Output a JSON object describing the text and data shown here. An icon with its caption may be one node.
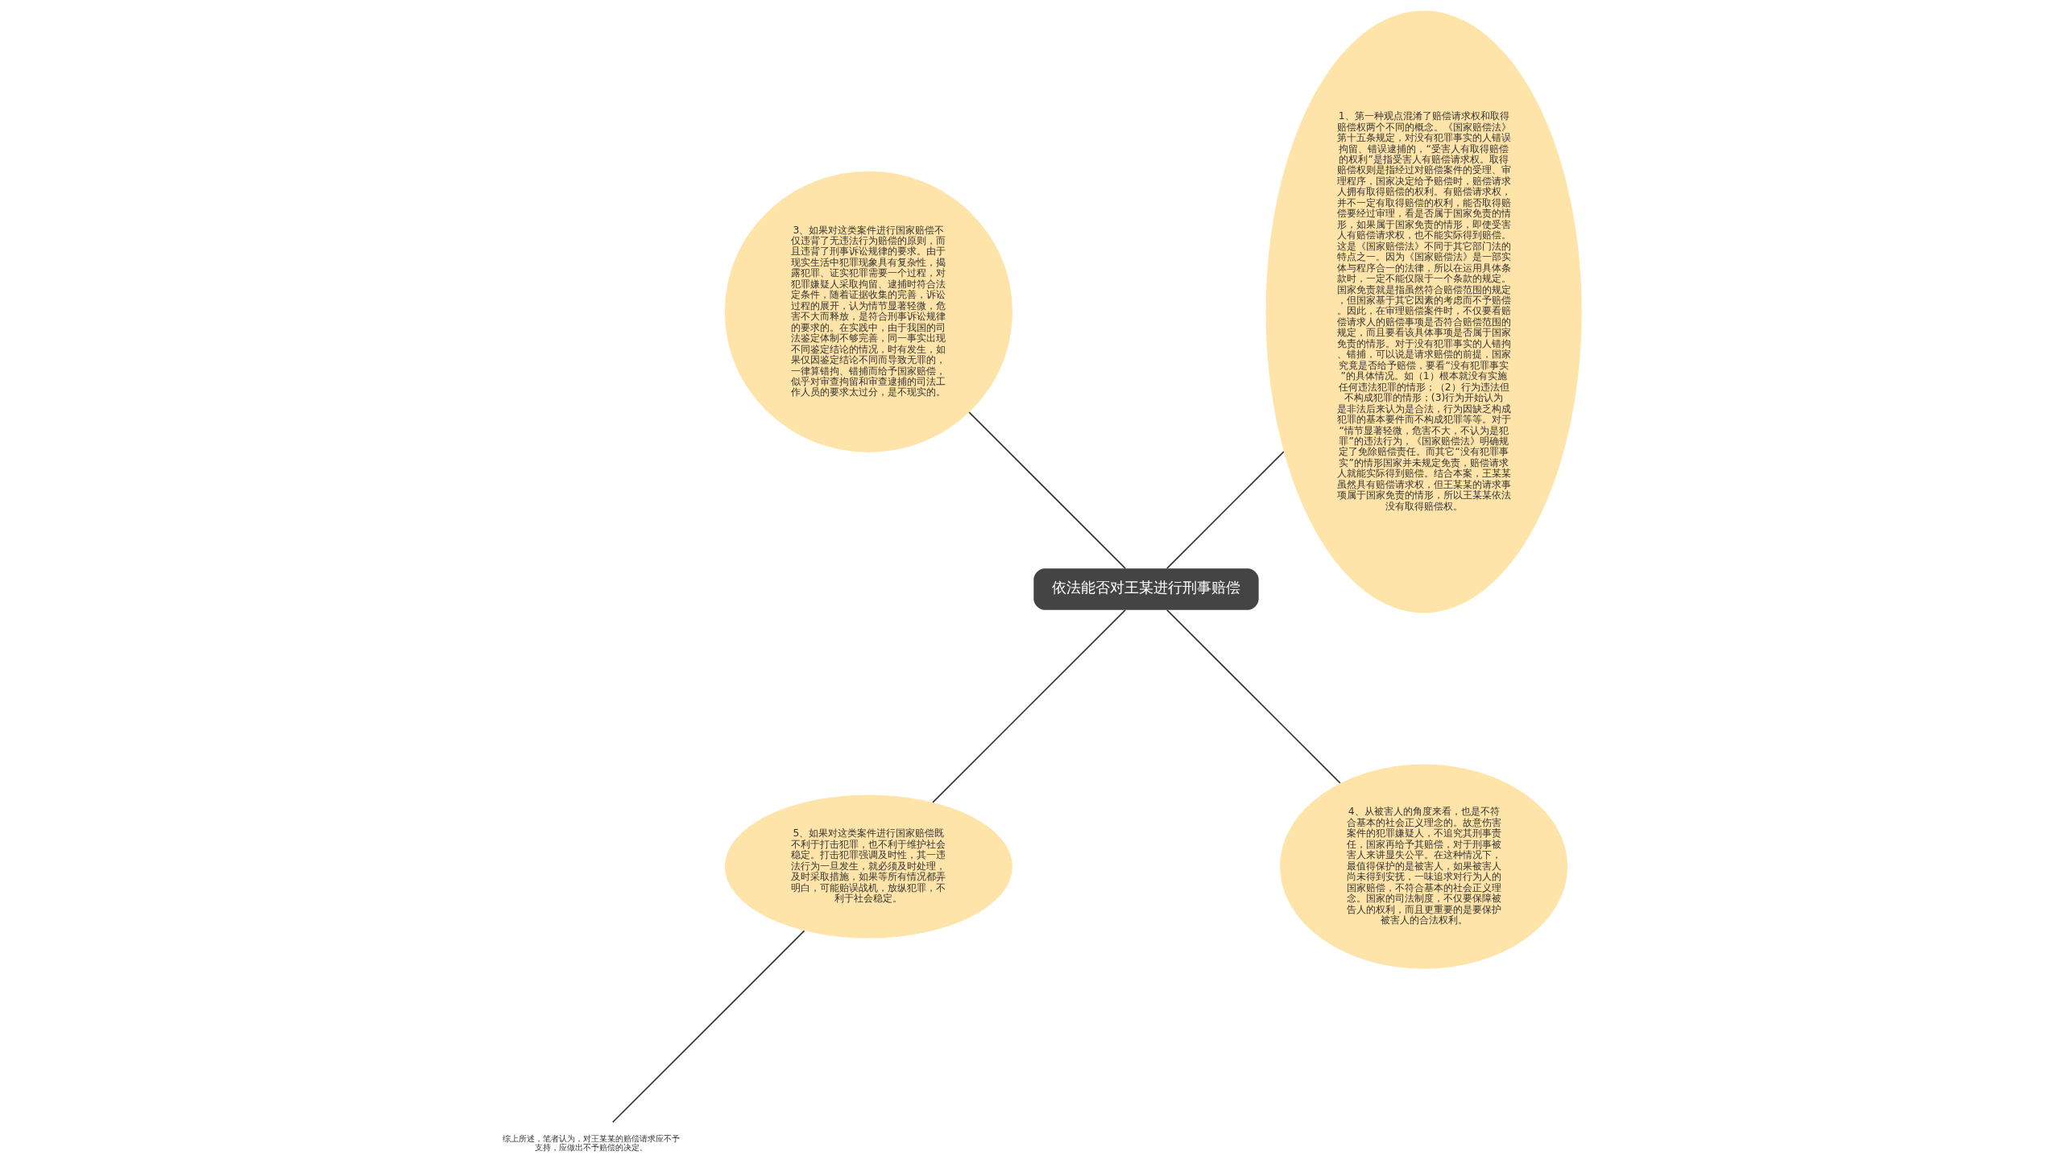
{
  "diagram": {
    "nodes": [
      {
        "text": [
          "依法能否对王某进行刑事赔偿"
        ]
      },
      {
        "text": [
          "1、第一种观点混淆了赔偿请求权和取得赔偿权两个不同的概念。《国家赔偿法》第十五条规定，对没有犯罪事实的人错误拘留、错误逮捕的，“受害人有取得赔偿的权利”是指受害人有赔偿请求权。取得赔偿权则是指经过对赔偿案件的受理、审理程序，国家决定给予赔偿时，赔偿请求人拥有取得赔偿的权利。有赔偿请求权，并不一定有取得赔偿的权利，能否取得赔偿要经过审理，看是否属于国家免责的情形，如果属于国家免责的情形，即使受害人有赔偿请求权，也不能实际得到赔偿。这是《国家赔偿法》不同于其它部门法的特点之一。因为《国家赔偿法》是一部实体与程序合一的法律，所以在运用具体条款时，一定不能仅限于一个条款的规定。国家免责就是指虽然符合赔偿范围的规定，但国家基于其它因素的考虑而不予赔偿。因此，在审理赔偿案件时，不仅要看赔偿请求人的赔偿事项是否符合赔偿范围的规定，而且要看该具体事项是否属于国家免责的情形。对于没有犯罪事实的人错拘、错捕，可以说是请求赔偿的前提，国家究竟是否给予赔偿，要看“没有犯罪事实”的具体情况。如（1）根本就没有实施任何违法犯罪的情形；（2）行为违法但不构成犯罪的情形；(3)行为开始认为是非法后来认为是合法，行为因缺乏构成犯罪的基本要件而不构成犯罪等等。对于“情节显著轻微，危害不大，不认为是犯罪”的违法行为，《国家赔偿法》明确规定了免除赔偿责任。而其它“没有犯罪事实”的情形国家并未规定免责，赔偿请求人就能实际得到赔偿。结合本案，王某某虽然具有赔偿请求权，但王某某的请求事项属于国家免责的情形，所以王某某依法没有取得赔偿权。"
        ]
      },
      {
        "text": [
          "3、如果对这类案件进行国家赔偿不仅违背了无违法行为赔偿的原则，而且违背了刑事诉讼规律的要求。由于现实生活中犯罪现象具有复杂性，揭露犯罪、证实犯罪需要一个过程，对犯罪嫌疑人采取拘留、逮捕时符合法定条件，随着证据收集的完善，诉讼过程的展开，认为情节显著轻微，危害不大而释放，是符合刑事诉讼规律的要求的。在实践中，由于我国的司法鉴定体制不够完善，同一事实出现不同鉴定结论的情况，时有发生，如果仅因鉴定结论不同而导致无罪的，一律算错拘、错捕而给予国家赔偿，似乎对审查拘留和审查逮捕的司法工作人员的要求太过分，是不现实的。"
        ]
      },
      {
        "text": [
          "5、如果对这类案件进行国家赔偿既不利于打击犯罪，也不利于维护社会稳定。打击犯罪强调及时性，其一违法行为一旦发生，就必须及时处理，及时采取措施，如果等所有情况都弄明白，可能贻误战机，放纵犯罪，不利于社会稳定。"
        ]
      },
      {
        "text": [
          "4、从被害人的角度来看，也是不符合基本的社会正义理念的。故意伤害案件的犯罪嫌疑人，不追究其刑事责任，国家再给予其赔偿，对于刑事被害人来讲显失公平。在这种情况下，最值得保护的是被害人，如果被害人尚未得到安抚，一味追求对行为人的国家赔偿，不符合基本的社会正义理念。国家的司法制度，不仅要保障被告人的权利，而且更重要的是要保护被害人的合法权利。"
        ]
      },
      {
        "text": [
          "综上所述，笔者认为，对王某某的赔偿请求应不予支持，应做出不予赔偿的决定。"
        ]
      }
    ],
    "edges": [
      {
        "from": 0,
        "to": 1,
        "arrow": "none"
      },
      {
        "from": 0,
        "to": 2,
        "arrow": "none"
      },
      {
        "from": 0,
        "to": 3,
        "arrow": "none"
      },
      {
        "from": 0,
        "to": 4,
        "arrow": "none"
      },
      {
        "from": 3,
        "to": 5,
        "arrow": "none"
      }
    ]
  }
}
